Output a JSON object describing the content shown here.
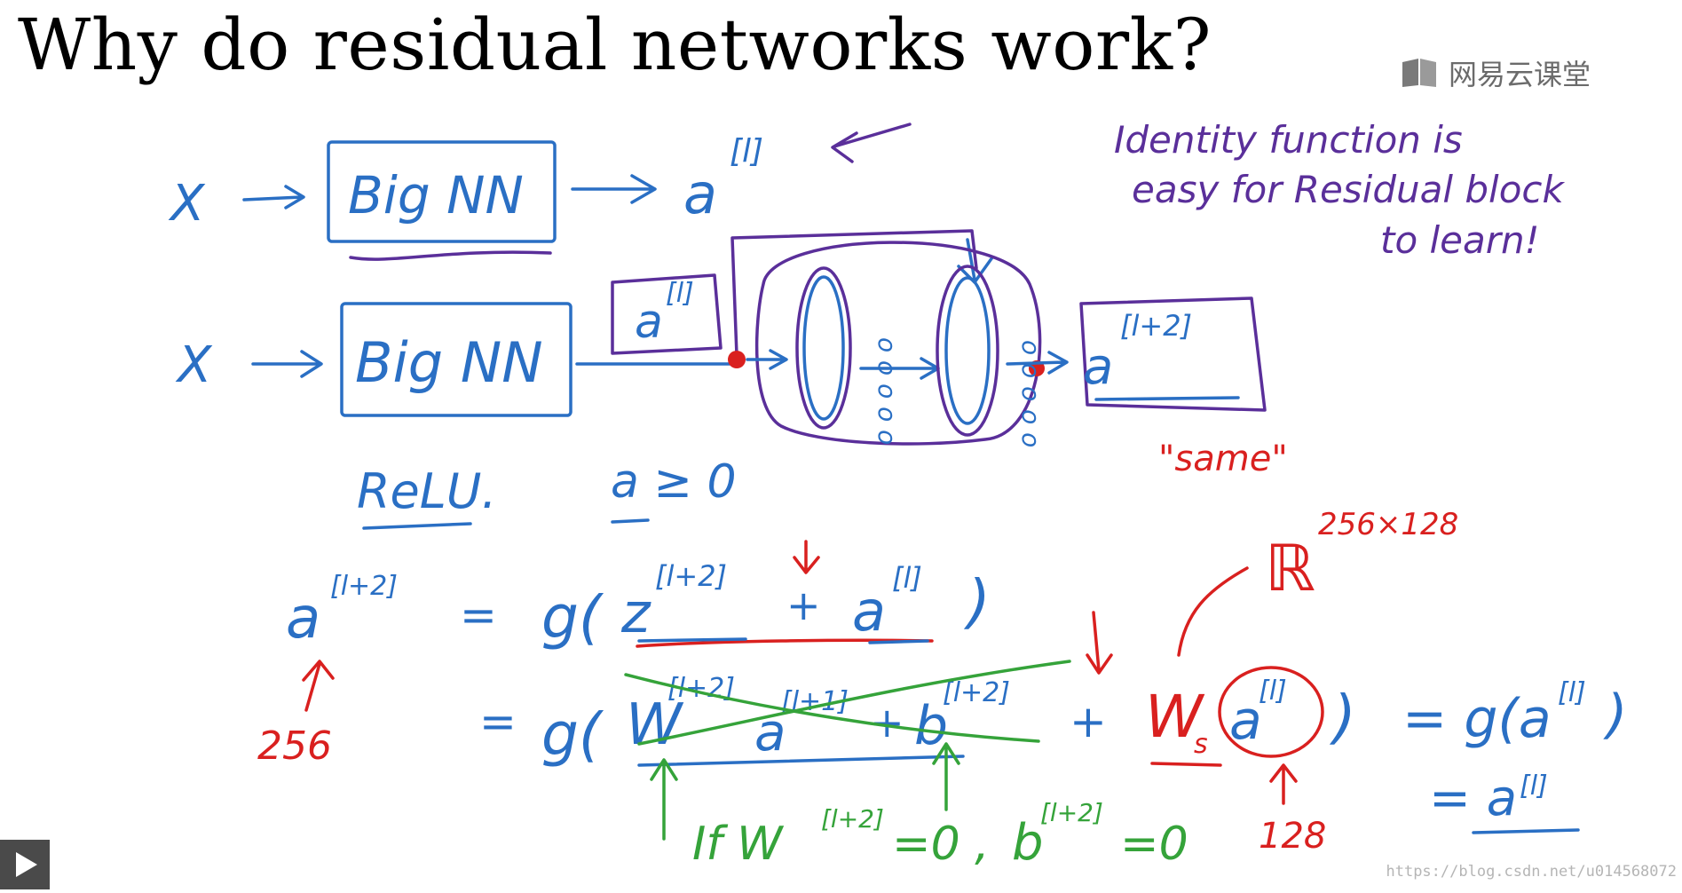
{
  "slide": {
    "title": "Why do residual networks work?"
  },
  "brand": {
    "icon": "book-icon",
    "text": "网易云课堂"
  },
  "watermark": "https://blog.csdn.net/u014568072",
  "controls": {
    "play_icon": "play-icon"
  },
  "colors": {
    "ink_blue": "#2a6fc4",
    "ink_purple": "#5a2f9a",
    "ink_red": "#d9201f",
    "ink_green": "#35a33a",
    "play_bg": "#4a4a4a"
  },
  "handwriting": {
    "top_x": "X",
    "top_box": "Big NN",
    "top_out_base": "a",
    "top_out_sup": "[l]",
    "bot_x": "X",
    "bot_box": "Big NN",
    "skip_base": "a",
    "skip_sup": "[l]",
    "layer1_nodes": "o o o o o",
    "layer2_nodes": "o o o o o",
    "out_base": "a",
    "out_sup": "[l+2]",
    "same": "\"same\"",
    "relu": "ReLU.",
    "a_ge0": "a ≥ 0",
    "note_line1": "Identity function is",
    "note_line2": "easy for Residual block",
    "note_line3": "to learn!",
    "eq1_lhs_base": "a",
    "eq1_lhs_sup": "[l+2]",
    "eq1_eq": "=",
    "eq1_g": "g(",
    "eq1_z": "z",
    "eq1_z_sup": "[l+2]",
    "eq1_plus": "+",
    "eq1_a": "a",
    "eq1_a_sup": "[l]",
    "eq1_close": ")",
    "dim_256": "256",
    "eq2_eq": "=",
    "eq2_g": "g(",
    "eq2_W": "W",
    "eq2_W_sup": "[l+2]",
    "eq2_a": "a",
    "eq2_a_sup": "[l+1]",
    "eq2_plus": "+",
    "eq2_b": "b",
    "eq2_b_sup": "[l+2]",
    "eq2_plus2": "+",
    "eq2_Ws": "W",
    "eq2_Ws_sub": "s",
    "eq2_al": "a",
    "eq2_al_sup": "[l]",
    "eq2_close": ")",
    "eq2_rhs": "= g(a",
    "eq2_rhs_sup": "[l]",
    "eq2_rhs_close": ")",
    "eq3": "= a",
    "eq3_sup": "[l]",
    "R_label": "ℝ",
    "R_sup": "256×128",
    "dim_128": "128",
    "cond_if": "If W",
    "cond_w_sup": "[l+2]",
    "cond_w_eq": "=0 ,",
    "cond_b": "b",
    "cond_b_sup": "[l+2]",
    "cond_b_eq": "=0"
  }
}
